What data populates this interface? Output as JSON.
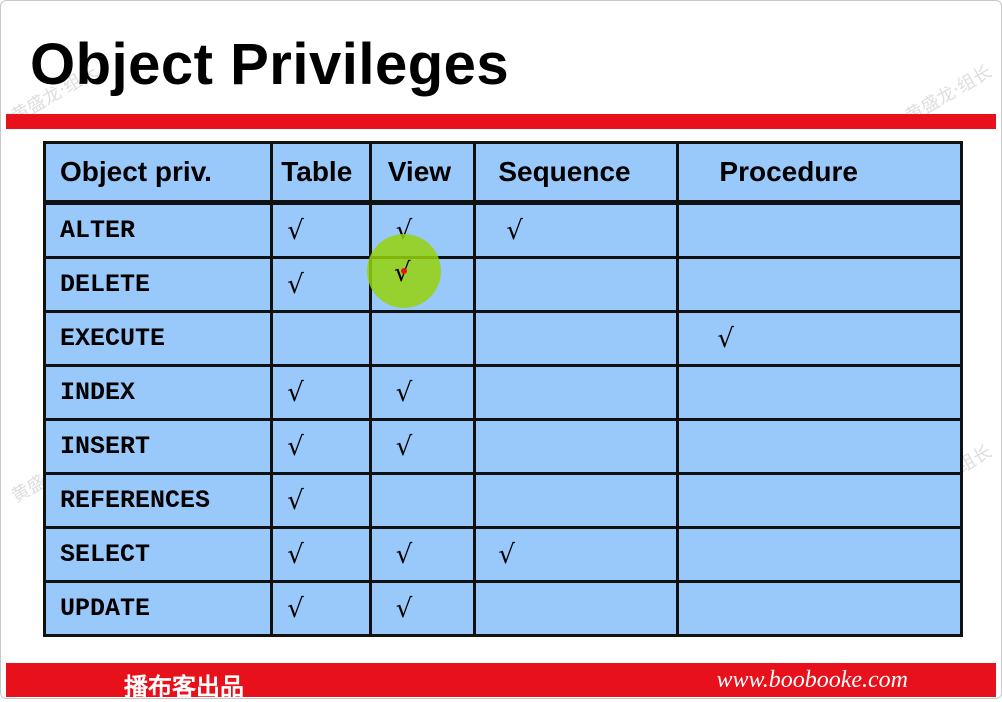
{
  "slide": {
    "title": "Object Privileges",
    "footer_left": "播布客出品",
    "footer_right": "www.boobooke.com",
    "watermark": "黄盛龙·组长"
  },
  "table": {
    "headers": [
      "Object priv.",
      "Table",
      "View",
      "Sequence",
      "Procedure"
    ],
    "check_symbol": "√",
    "rows": [
      {
        "name": "ALTER",
        "cells": [
          "√",
          "√",
          "√",
          ""
        ]
      },
      {
        "name": "DELETE",
        "cells": [
          "√",
          "",
          "",
          ""
        ]
      },
      {
        "name": "EXECUTE",
        "cells": [
          "",
          "",
          "",
          "√"
        ]
      },
      {
        "name": "INDEX",
        "cells": [
          "√",
          "√",
          "",
          ""
        ]
      },
      {
        "name": "INSERT",
        "cells": [
          "√",
          "√",
          "",
          ""
        ]
      },
      {
        "name": "REFERENCES",
        "cells": [
          "√",
          "",
          "",
          ""
        ]
      },
      {
        "name": "SELECT",
        "cells": [
          "√",
          "√",
          "√",
          ""
        ]
      },
      {
        "name": "UPDATE",
        "cells": [
          "√",
          "√",
          "",
          ""
        ]
      }
    ]
  },
  "cursor_overlay": {
    "check": "√"
  },
  "colors": {
    "accent_red": "#e8101a",
    "cell_blue": "#99c8fa",
    "cursor_green": "#96d20a"
  }
}
